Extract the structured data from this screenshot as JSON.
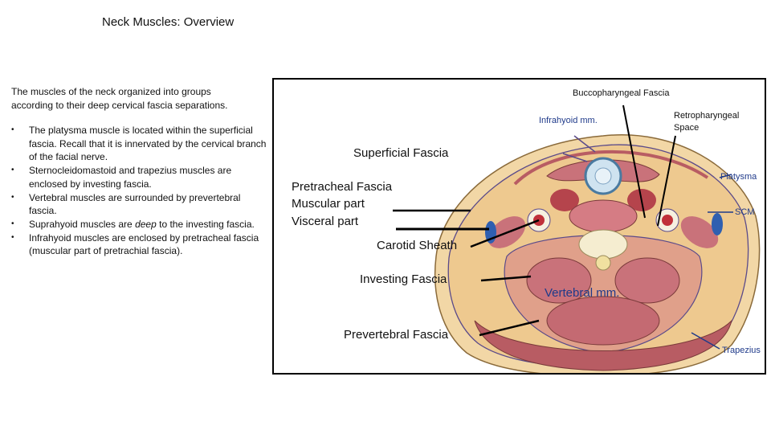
{
  "slide": {
    "title": "Neck Muscles: Overview",
    "intro": "The muscles of the neck organized into groups according to their deep cervical fascia separations.",
    "bullets": [
      {
        "text": "The platysma muscle is located within the superficial fascia. Recall that it is innervated by the cervical branch of the facial nerve."
      },
      {
        "text": "Sternocleidomastoid and trapezius muscles are enclosed by investing fascia."
      },
      {
        "text": "Vertebral muscles are surrounded by prevertebral fascia."
      },
      {
        "text_before": "Suprahyoid muscles are ",
        "emphasis": "deep",
        "text_after": " to the investing fascia."
      },
      {
        "text": "Infrahyoid muscles are enclosed by pretracheal fascia (muscular part of pretrachial fascia)."
      }
    ]
  },
  "figure": {
    "labels": {
      "buccopharyngeal": "Buccopharyngeal Fascia",
      "infrahyoid": "Infrahyoid mm.",
      "retropharyngeal": "Retropharyngeal Space",
      "superficial": "Superficial Fascia",
      "platysma": "Platysma",
      "pretracheal": "Pretracheal Fascia",
      "muscular": "Muscular part",
      "visceral": "Visceral part",
      "scm": "SCM",
      "carotid": "Carotid Sheath",
      "investing": "Investing Fascia",
      "vertebral": "Vertebral mm.",
      "prevertebral": "Prevertebral Fascia",
      "trapezius": "Trapezius"
    },
    "colors": {
      "skin": "#f2d7a6",
      "muscle": "#c9727a",
      "fascia_line": "#5a4a8a",
      "label_blue": "#1f3a8a"
    }
  }
}
